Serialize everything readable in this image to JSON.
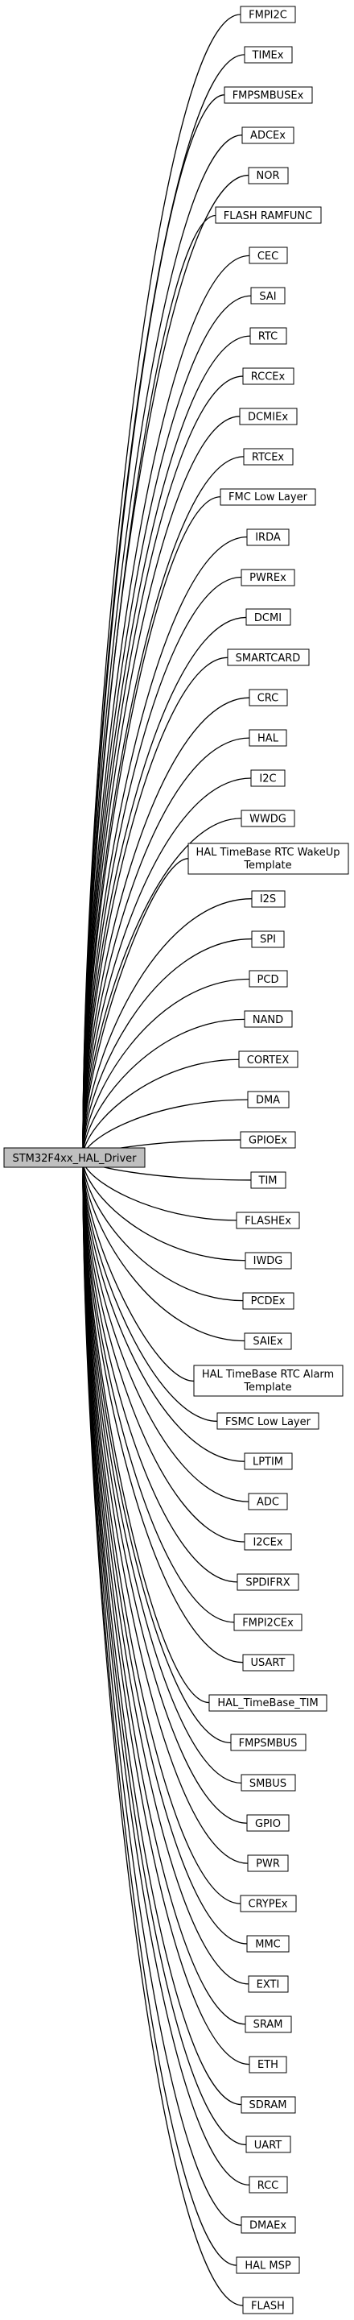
{
  "root": {
    "label": "STM32F4xx_HAL_Driver"
  },
  "groups": [
    [
      "FMPI2C"
    ],
    [
      "TIMEx"
    ],
    [
      "FMPSMBUSEx"
    ],
    [
      "ADCEx"
    ],
    [
      "NOR"
    ],
    [
      "FLASH RAMFUNC"
    ],
    [
      "CEC"
    ],
    [
      "SAI"
    ],
    [
      "RTC"
    ],
    [
      "RCCEx"
    ],
    [
      "DCMIEx"
    ],
    [
      "RTCEx"
    ],
    [
      "FMC Low Layer"
    ],
    [
      "IRDA"
    ],
    [
      "PWREx"
    ],
    [
      "DCMI"
    ],
    [
      "SMARTCARD"
    ],
    [
      "CRC"
    ],
    [
      "HAL"
    ],
    [
      "I2C"
    ],
    [
      "WWDG"
    ],
    [
      "HAL TimeBase RTC WakeUp",
      "Template"
    ],
    [
      "I2S"
    ],
    [
      "SPI"
    ],
    [
      "PCD"
    ],
    [
      "NAND"
    ],
    [
      "CORTEX"
    ],
    [
      "DMA"
    ],
    [
      "GPIOEx"
    ],
    [
      "TIM"
    ],
    [
      "FLASHEx"
    ],
    [
      "IWDG"
    ],
    [
      "PCDEx"
    ],
    [
      "SAIEx"
    ],
    [
      "HAL TimeBase RTC Alarm",
      "Template"
    ],
    [
      "FSMC Low Layer"
    ],
    [
      "LPTIM"
    ],
    [
      "ADC"
    ],
    [
      "I2CEx"
    ],
    [
      "SPDIFRX"
    ],
    [
      "FMPI2CEx"
    ],
    [
      "USART"
    ],
    [
      "HAL_TimeBase_TIM"
    ],
    [
      "FMPSMBUS"
    ],
    [
      "SMBUS"
    ],
    [
      "GPIO"
    ],
    [
      "PWR"
    ],
    [
      "CRYPEx"
    ],
    [
      "MMC"
    ],
    [
      "EXTI"
    ],
    [
      "SRAM"
    ],
    [
      "ETH"
    ],
    [
      "SDRAM"
    ],
    [
      "UART"
    ],
    [
      "RCC"
    ],
    [
      "DMAEx"
    ],
    [
      "HAL MSP"
    ],
    [
      "FLASH"
    ]
  ]
}
